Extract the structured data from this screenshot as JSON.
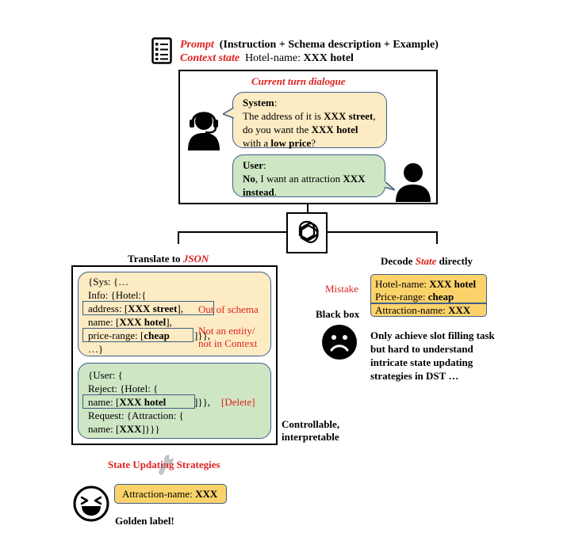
{
  "header": {
    "prompt_label": "Prompt",
    "prompt_desc": "(Instruction + Schema description + Example)",
    "context_label": "Context state",
    "context_prefix": "Hotel-name: ",
    "context_value": "XXX hotel"
  },
  "dialogue": {
    "title": "Current turn dialogue",
    "system": {
      "speaker": "System",
      "p1": ":",
      "p2": "The address of it is ",
      "p3": "XXX street",
      "p4": ", do you want the ",
      "p5": "XXX hotel",
      "p6": " with a ",
      "p7": "low price",
      "p8": "?"
    },
    "user": {
      "speaker": "User",
      "p1": ":",
      "p2": "No",
      "p3": ", I want an attraction ",
      "p4": "XXX instead",
      "p5": "."
    }
  },
  "left_branch": {
    "title_prefix": "Translate to ",
    "title_highlight": "JSON",
    "sys_lines": {
      "l1": "{Sys: {…",
      "l2": "Info: {Hotel:{",
      "l3a": "address: [",
      "l3b": "XXX street",
      "l3c": "],",
      "l4a": "name: [",
      "l4b": "XXX hotel",
      "l4c": "],",
      "l5a": "price-range: [",
      "l5b": "cheap",
      "l5c": "]}},",
      "l6": "…}"
    },
    "notes": {
      "out_of_schema": "Out of schema",
      "not_entity_1": "Not an entity/",
      "not_entity_2": "not in Context"
    },
    "user_lines": {
      "l1": "{User: {",
      "l2": "Reject: {Hotel: {",
      "l3a": "name: [",
      "l3b": "XXX hotel",
      "l3c": "]}},",
      "l4": "Request: {Attraction: {",
      "l5a": "name: [",
      "l5b": "XXX",
      "l5c": "]}}}"
    },
    "delete_note": "[Delete]",
    "controllable_1": "Controllable,",
    "controllable_2": "interpretable"
  },
  "strategies": {
    "title": "State Updating Strategies",
    "result_prefix": "Attraction-name: ",
    "result_value": "XXX",
    "golden": "Golden label!"
  },
  "right_branch": {
    "title_prefix": "Decode ",
    "title_highlight": "State",
    "title_suffix": " directly",
    "mistake": "Mistake",
    "row1_prefix": "Hotel-name: ",
    "row1_value": "XXX hotel",
    "row2_prefix": "Price-range: ",
    "row2_value": "cheap",
    "row3_prefix": "Attraction-name: ",
    "row3_value": "XXX",
    "black_box": "Black box",
    "note1": "Only achieve slot filling task",
    "note2": "but hard to understand",
    "note3": "intricate state updating",
    "note4": "strategies in DST …"
  },
  "icons": {
    "document": "document-list-icon",
    "system_agent": "headset-person-icon",
    "user": "person-icon",
    "llm": "chatgpt-logo-icon",
    "sad": "sad-face-icon",
    "happy": "laughing-face-icon",
    "wrench": "wrench-icon"
  },
  "colors": {
    "highlight_red": "#e02020",
    "system_bubble": "#fdebc3",
    "user_bubble": "#cfe6c4",
    "state_box": "#fcd36b",
    "border_blue": "#3f5e86"
  }
}
